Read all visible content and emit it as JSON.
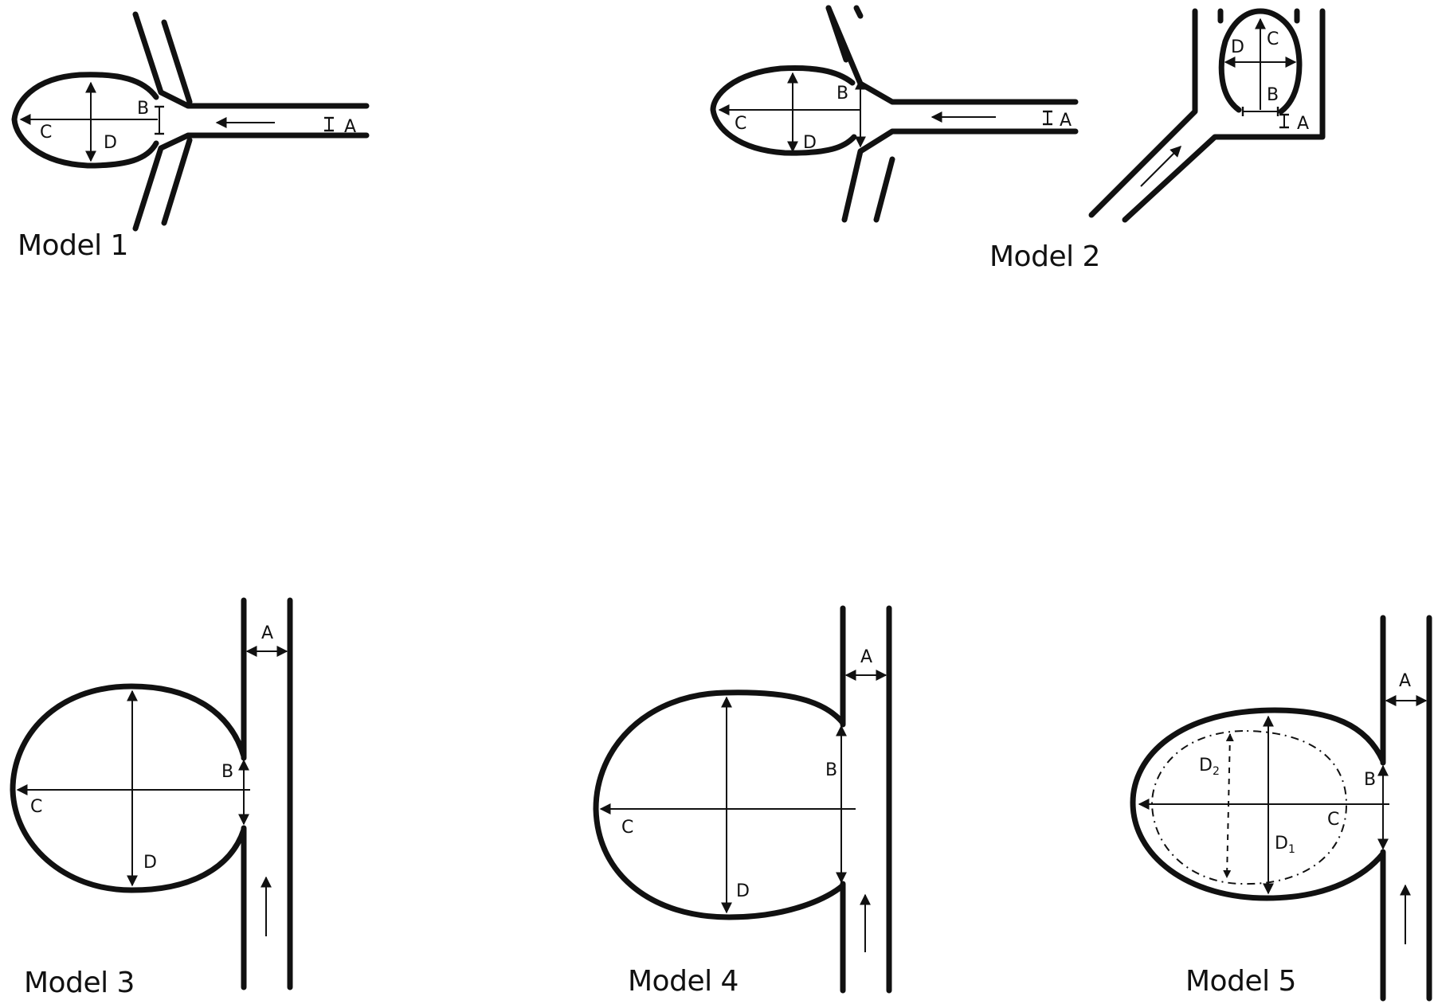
{
  "colors": {
    "ink": "#111111",
    "paper": "#ffffff"
  },
  "models": [
    {
      "title": "Model 1",
      "labels": {
        "A": "A",
        "B": "B",
        "C": "C",
        "D": "D"
      }
    },
    {
      "title": "Model 2",
      "labels": {
        "A": "A",
        "B": "B",
        "C": "C",
        "D": "D"
      },
      "variant": {
        "labels": {
          "A": "A",
          "B": "B",
          "C": "C",
          "D": "D"
        }
      }
    },
    {
      "title": "Model 3",
      "labels": {
        "A": "A",
        "B": "B",
        "C": "C",
        "D": "D"
      }
    },
    {
      "title": "Model 4",
      "labels": {
        "A": "A",
        "B": "B",
        "C": "C",
        "D": "D"
      }
    },
    {
      "title": "Model 5",
      "labels": {
        "A": "A",
        "B": "B",
        "C": "C",
        "D1": "D",
        "D1_sub": "1",
        "D2": "D",
        "D2_sub": "2"
      }
    }
  ]
}
